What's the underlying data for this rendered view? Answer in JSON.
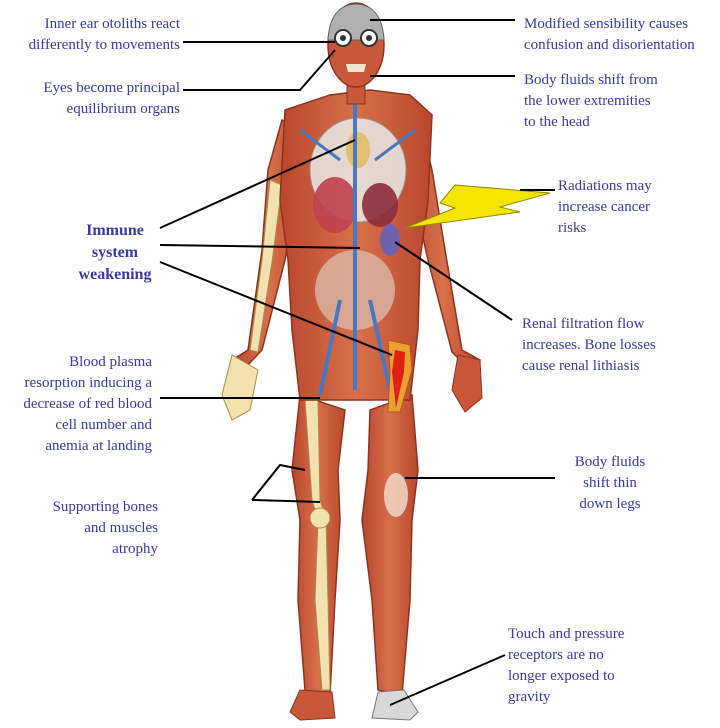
{
  "annotations": {
    "inner_ear": "Inner ear otoliths react\ndifferently to movements",
    "eyes": "Eyes become principal\nequilibrium organs",
    "immune": "Immune\nsystem\nweakening",
    "blood_plasma": "Blood plasma\nresorption inducing a\ndecrease of red blood\ncell number and\nanemia at landing",
    "supporting_bones": "Supporting bones\nand muscles\natrophy",
    "modified_sensibility": "Modified sensibility causes\nconfusion and disorientation",
    "body_fluids_head": "Body fluids shift from\nthe lower extremities\nto the head",
    "radiations": "Radiations may\nincrease cancer\nrisks",
    "renal": "Renal filtration flow\nincreases. Bone losses\ncause renal lithiasis",
    "body_fluids_legs": "Body fluids\nshift thin\ndown legs",
    "touch_pressure": "Touch and pressure\nreceptors are no\nlonger exposed to\ngravity"
  },
  "colors": {
    "label_text": "#3a3aa0",
    "muscle": "#c9573a",
    "muscle_dark": "#8f3320",
    "bone": "#f3e2b0",
    "vein": "#4a78c0",
    "lightning": "#f5e400",
    "leader_line": "#000000"
  }
}
